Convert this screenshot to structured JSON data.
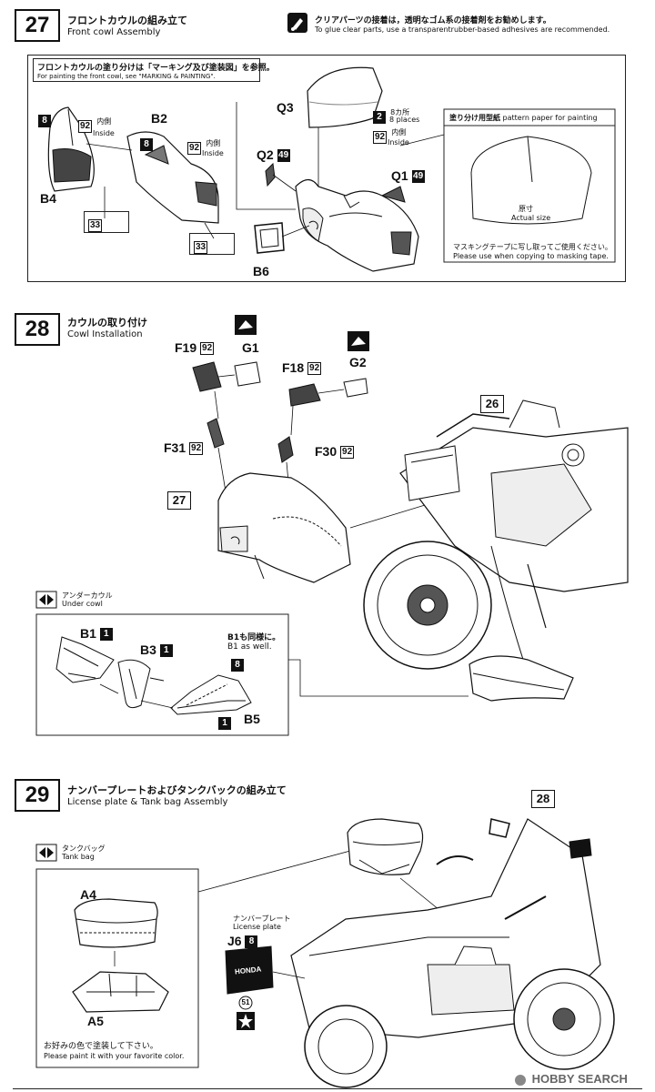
{
  "step27": {
    "number": "27",
    "title_jp": "フロントカウルの組み立て",
    "title_en": "Front cowl Assembly",
    "tip_jp": "クリアパーツの接着は，透明なゴム系の接着剤をお勧めします。",
    "tip_en": "To glue clear parts, use a transparentrubber-based adhesives are recommended.",
    "paint_note_jp": "フロントカウルの塗り分けは「マーキング及び塗装図」を参照。",
    "paint_note_en": "For painting the front cowl, see \"MARKING & PAINTING\".",
    "labels": {
      "b4": "B4",
      "b2": "B2",
      "q3": "Q3",
      "q2": "Q2",
      "q1": "Q1",
      "b6": "B6",
      "b4_num": "8",
      "b2_num": "8",
      "q3_num": "2",
      "q2_num": "49",
      "q1_num": "49",
      "inside_num": "92",
      "inside_num2": "92",
      "inside_num3": "92",
      "ref33a": "33",
      "ref33b": "33"
    },
    "inside_jp": "内側",
    "inside_en": "Inside",
    "places_jp": "8カ所",
    "places_en": "8 places",
    "pattern_title_jp": "塗り分け用型紙",
    "pattern_title_en": "pattern paper for painting",
    "actual_size_jp": "原寸",
    "actual_size_en": "Actual size",
    "masking_jp": "マスキングテープに写し取ってご使用ください。",
    "masking_en": "Please use when copying to masking tape."
  },
  "step28": {
    "number": "28",
    "title_jp": "カウルの取り付け",
    "title_en": "Cowl Installation",
    "labels": {
      "f19": "F19",
      "f19_num": "92",
      "g1": "G1",
      "f18": "F18",
      "f18_num": "92",
      "g2": "G2",
      "f31": "F31",
      "f31_num": "92",
      "f30": "F30",
      "f30_num": "92",
      "ref27": "27",
      "ref26": "26"
    },
    "under_cowl_jp": "アンダーカウル",
    "under_cowl_en": "Under cowl",
    "under_labels": {
      "b1": "B1",
      "b1_num": "1",
      "b3": "B3",
      "b3_num": "1",
      "b5": "B5",
      "b5_num": "1",
      "b5_num2": "8"
    },
    "b1_same_jp": "B1も同様に。",
    "b1_same_en": "B1 as well."
  },
  "step29": {
    "number": "29",
    "title_jp": "ナンバープレートおよびタンクバックの組み立て",
    "title_en": "License plate & Tank bag Assembly",
    "tank_bag_jp": "タンクバッグ",
    "tank_bag_en": "Tank bag",
    "labels": {
      "a4": "A4",
      "a5": "A5",
      "j6": "J6",
      "j6_num": "8",
      "decal": "51",
      "ref28": "28"
    },
    "plate_jp": "ナンバープレート",
    "plate_en": "License plate",
    "plate_text": "HONDA",
    "paint_fav_jp": "お好みの色で塗装して下さい。",
    "paint_fav_en": "Please paint it with your favorite color."
  },
  "footer": {
    "watermark": "HOBBY SEARCH"
  }
}
